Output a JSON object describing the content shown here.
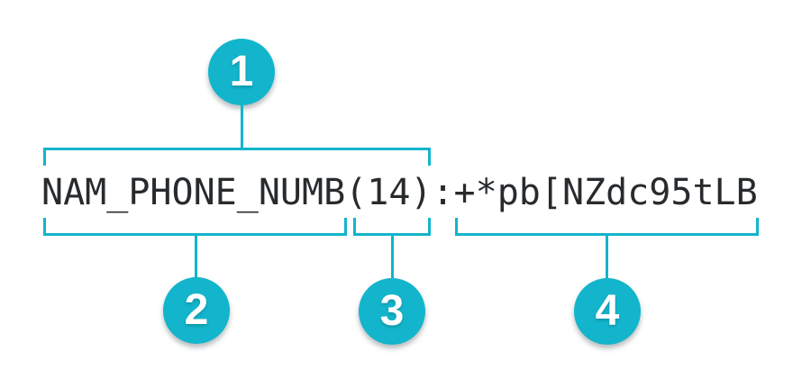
{
  "diagram": {
    "accent_color": "#12b5cb",
    "text_color": "#282b2e",
    "background": "#ffffff",
    "token_string": "NAM_PHONE_NUMB(14):+*pb[NZdc95tLB",
    "callouts": [
      {
        "label": "1",
        "refers_to": "NAM_PHONE_NUMB(14)",
        "position": "above"
      },
      {
        "label": "2",
        "refers_to": "NAM_PHONE_NUMB",
        "position": "below"
      },
      {
        "label": "3",
        "refers_to": "(14)",
        "position": "below"
      },
      {
        "label": "4",
        "refers_to": "+*pb[NZdc95tLB",
        "position": "below"
      }
    ]
  }
}
